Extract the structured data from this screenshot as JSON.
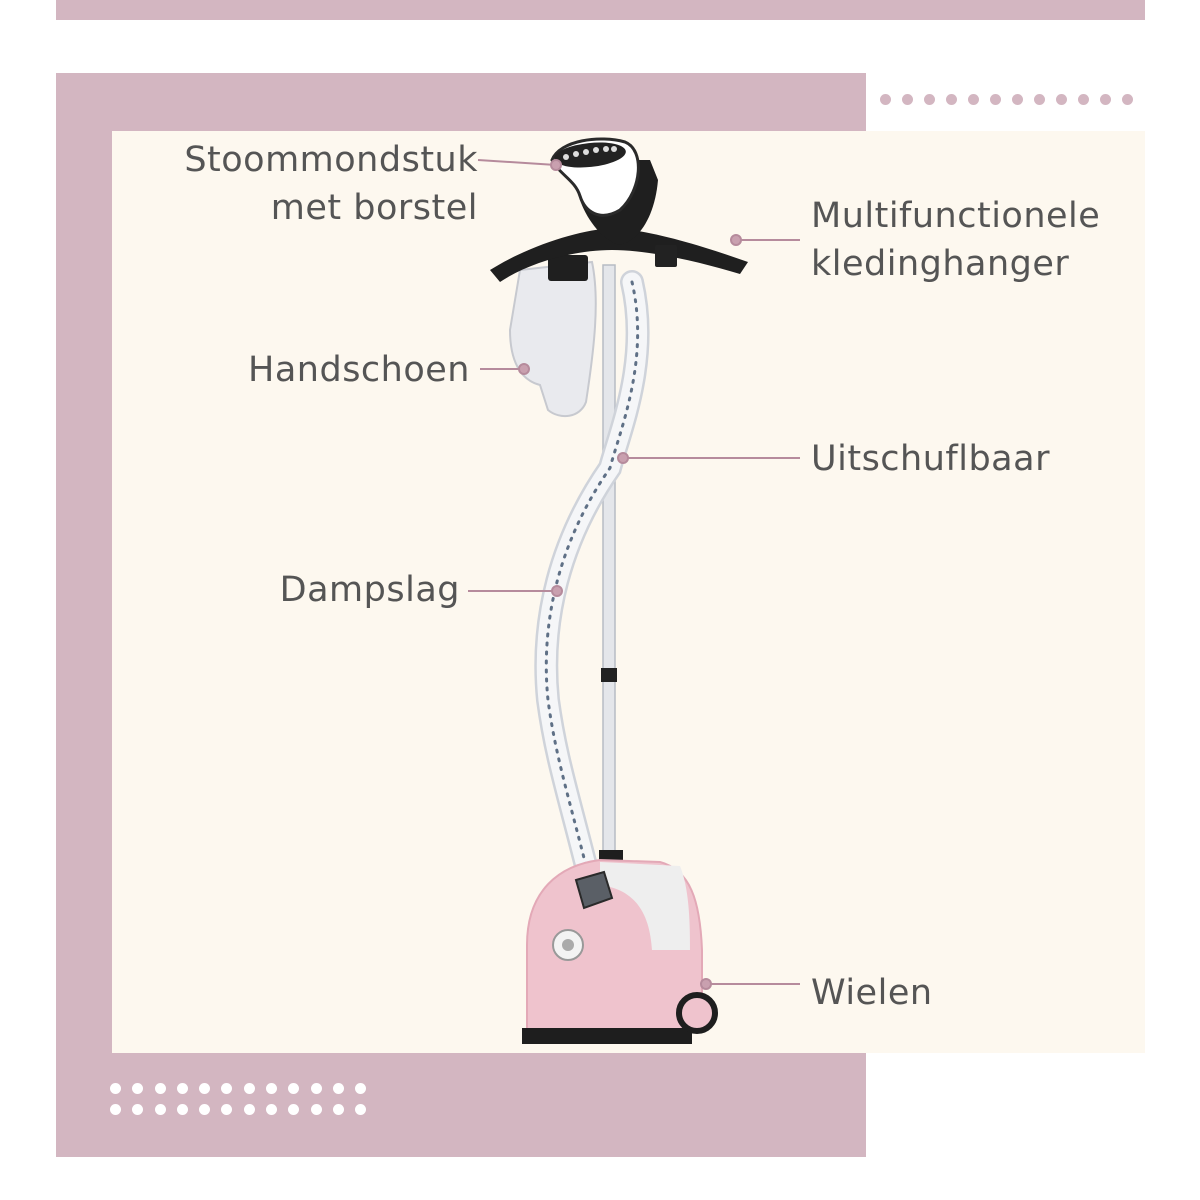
{
  "colors": {
    "pink_frame": "#d3b6c1",
    "cream_panel": "#fdf8ef",
    "leader_line": "#b68b9c",
    "label_text": "#555555",
    "steamer_pink": "#efc3cd",
    "hose_dots": "#5f7086"
  },
  "labels": {
    "nozzle_line1": "Stoommondstuk",
    "nozzle_line2": "met borstel",
    "hanger_line1": "Multifunctionele",
    "hanger_line2": "kledinghanger",
    "glove": "Handschoen",
    "extendable": "Uitschuflbaar",
    "hose": "Dampslag",
    "wheels": "Wielen"
  }
}
